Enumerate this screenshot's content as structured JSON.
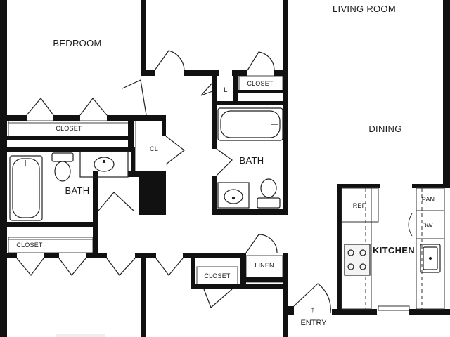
{
  "floor_plan": {
    "rooms": {
      "living_room": "LIVING ROOM",
      "bedroom": "BEDROOM",
      "dining": "DINING",
      "bath_right": "BATH",
      "bath_left": "BATH",
      "kitchen": "KITCHEN"
    },
    "fixtures": {
      "closet_top_right": "CLOSET",
      "closet_mid_left": "CLOSET",
      "closet_lower_left": "CLOSET",
      "closet_lower_mid": "CLOSET",
      "linen": "LINEN",
      "cl": "CL",
      "l": "L",
      "ref": "REF",
      "pan": "PAN",
      "dw": "DW"
    },
    "entry": {
      "label": "ENTRY",
      "arrow": "↑"
    }
  }
}
